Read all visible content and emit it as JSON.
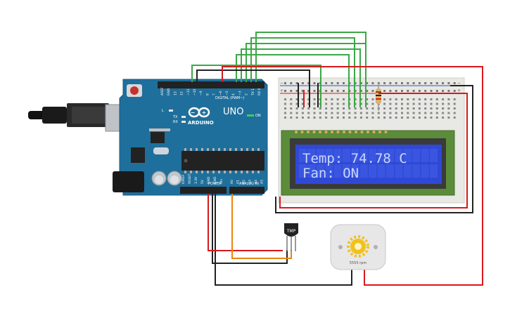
{
  "arduino": {
    "brand": "ARDUINO",
    "model": "UNO",
    "on_label": "ON",
    "led_l": "L",
    "led_tx": "TX",
    "led_rx": "RX",
    "digital_label": "DIGITAL (PWM~)",
    "power_label": "POWER",
    "analog_label": "ANALOG IN",
    "top_pins": [
      "AREF",
      "GND",
      "13",
      "12",
      "~11",
      "~10",
      "~9",
      "8",
      "7",
      "~6",
      "~5",
      "4",
      "~3",
      "2",
      "TX 1",
      "RX 0"
    ],
    "power_pins": [
      "IOREF",
      "RESET",
      "3.3V",
      "5V",
      "GND",
      "GND",
      "Vin"
    ],
    "analog_pins": [
      "A0",
      "A1",
      "A2",
      "A3",
      "A4",
      "A5"
    ]
  },
  "lcd": {
    "line1": "Temp: 74.78 C",
    "line2": "Fan: ON"
  },
  "sensor": {
    "label": "TMP"
  },
  "fan": {
    "rpm_label": "5555 rpm"
  },
  "colors": {
    "board": "#1f6f9c",
    "breadboard": "#e8e8e4",
    "lcd_pcb": "#5b8c3a",
    "lcd_screen": "#2f49d6",
    "lcd_text": "#c8d8ff",
    "wire_red": "#d7191c",
    "wire_green": "#3aa845",
    "wire_black": "#222222",
    "wire_orange": "#e8860b"
  }
}
